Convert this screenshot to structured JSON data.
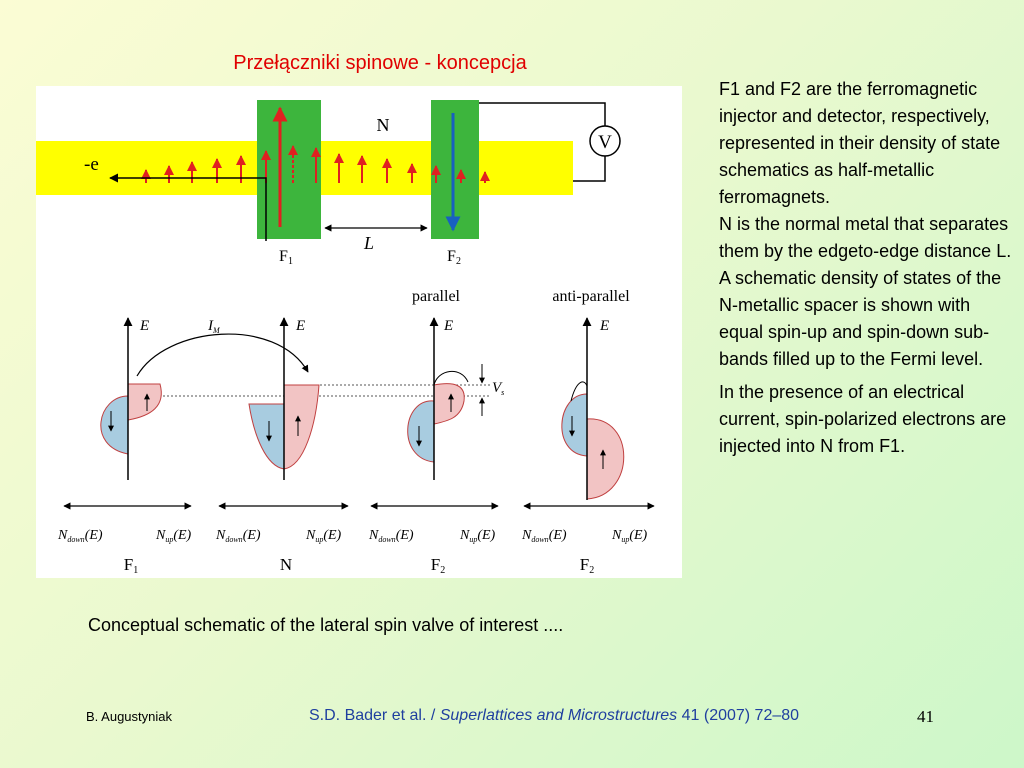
{
  "slide": {
    "title": "Przełączniki spinowe - koncepcja",
    "caption": "Conceptual schematic of the lateral spin valve of interest ....",
    "author": "B. Augustyniak",
    "page_number": "41",
    "citation": {
      "authors": "S.D. Bader et al. / ",
      "journal": "Superlattices and Microstructures",
      "rest": " 41 (2007) 72–80"
    }
  },
  "description": {
    "p1": "F1 and F2 are the ferromagnetic injector and detector, respectively, represented in their density of state schematics as half-metallic ferromagnets.",
    "p2": "N is the normal metal that separates them by the edgeto-edge distance L.",
    "p3": "A schematic density of states of the N-metallic spacer is shown with equal spin-up and spin-down sub-bands filled up to the Fermi level.",
    "p4": "In the presence of an electrical current, spin-polarized electrons are injected into N from F1."
  },
  "figure": {
    "top": {
      "electron_label": "-e",
      "N_label": "N",
      "voltmeter_label": "V",
      "L_label": "L",
      "F1_main": "F",
      "F1_sub": "1",
      "F2_main": "F",
      "F2_sub": "2"
    },
    "bottom": {
      "header_parallel": "parallel",
      "header_antiparallel": "anti-parallel",
      "E_label": "E",
      "IM_main": "I",
      "IM_sub": "M",
      "Vs_main": "V",
      "Vs_sub": "s",
      "panels": [
        {
          "left_main": "N",
          "left_sub": "down",
          "right_main": "N",
          "right_sub": "up",
          "func": "(E)",
          "bottom_main": "F",
          "bottom_sub": "1"
        },
        {
          "left_main": "N",
          "left_sub": "down",
          "right_main": "N",
          "right_sub": "up",
          "func": "(E)",
          "bottom_main": "N",
          "bottom_sub": ""
        },
        {
          "left_main": "N",
          "left_sub": "down",
          "right_main": "N",
          "right_sub": "up",
          "func": "(E)",
          "bottom_main": "F",
          "bottom_sub": "2"
        },
        {
          "left_main": "N",
          "left_sub": "down",
          "right_main": "N",
          "right_sub": "up",
          "func": "(E)",
          "bottom_main": "F",
          "bottom_sub": "2"
        }
      ]
    },
    "colors": {
      "yellow_bar": "#ffff00",
      "green_block": "#3db53d",
      "spin_up_arrow": "#e02020",
      "spin_down_arrow": "#1860c0",
      "pink_fill": "#f2c4c4",
      "blue_fill": "#a8cce0"
    }
  }
}
